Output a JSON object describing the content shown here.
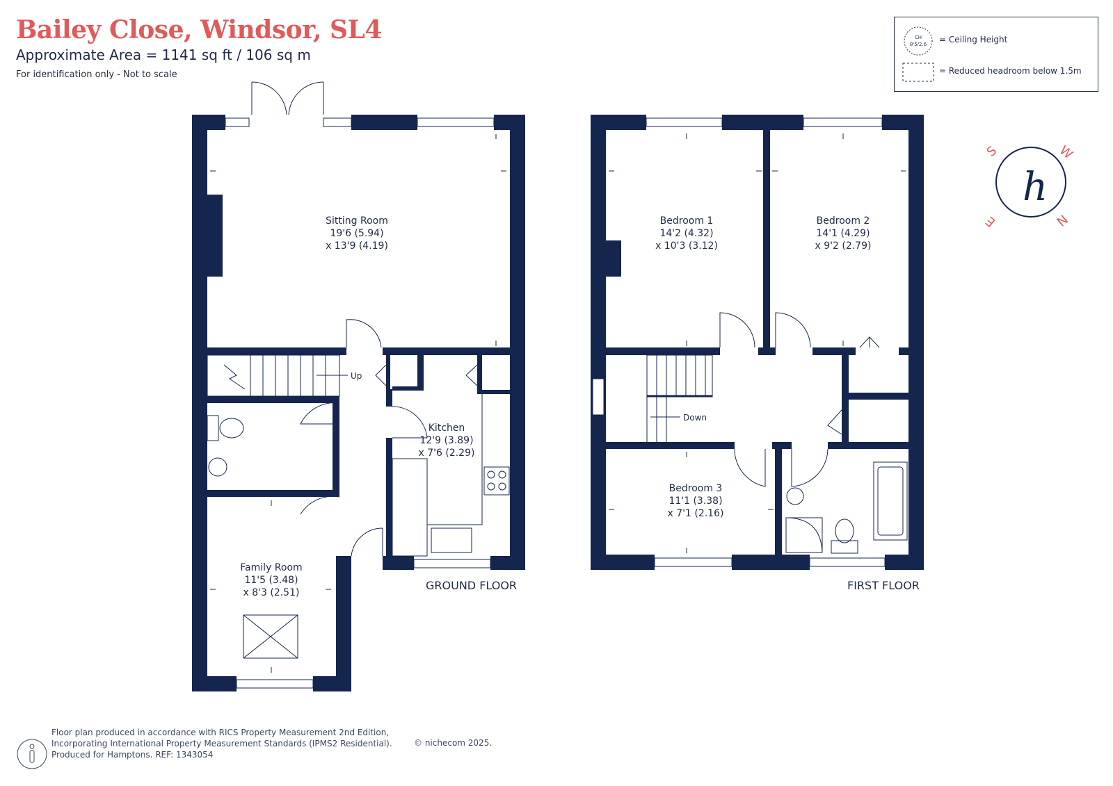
{
  "header": {
    "title": "Bailey Close, Windsor, SL4",
    "area": "Approximate Area = 1141 sq ft / 106 sq m",
    "note": "For identification only - Not to scale"
  },
  "legend": {
    "ceiling_symbol_top": "CH",
    "ceiling_symbol_bottom": "8'5/2.6",
    "ceiling_label": "= Ceiling Height",
    "reduced_label": "= Reduced headroom below 1.5m"
  },
  "compass": {
    "letter_s": "S",
    "letter_w": "W",
    "letter_e": "E",
    "letter_n": "N",
    "logo": "h"
  },
  "ground_floor": {
    "label": "GROUND FLOOR",
    "stairs_label": "Up",
    "rooms": [
      {
        "name": "Sitting Room",
        "dim1": "19'6 (5.94)",
        "dim2": "x 13'9 (4.19)"
      },
      {
        "name": "Kitchen",
        "dim1": "12'9 (3.89)",
        "dim2": "x 7'6 (2.29)"
      },
      {
        "name": "Family Room",
        "dim1": "11'5 (3.48)",
        "dim2": "x 8'3 (2.51)"
      }
    ]
  },
  "first_floor": {
    "label": "FIRST FLOOR",
    "stairs_label": "Down",
    "rooms": [
      {
        "name": "Bedroom 1",
        "dim1": "14'2 (4.32)",
        "dim2": "x 10'3 (3.12)"
      },
      {
        "name": "Bedroom 2",
        "dim1": "14'1 (4.29)",
        "dim2": "x 9'2 (2.79)"
      },
      {
        "name": "Bedroom 3",
        "dim1": "11'1 (3.38)",
        "dim2": "x 7'1 (2.16)"
      }
    ]
  },
  "footer": {
    "line1": "Floor plan produced in accordance with RICS Property Measurement 2nd Edition,",
    "line2": "Incorporating International Property Measurement Standards (IPMS2 Residential).",
    "line3": "Produced for Hamptons.   REF:   1343054",
    "copyright": "© nichecom 2025."
  },
  "colors": {
    "wall": "#14264d",
    "accent": "#e05a5a",
    "text": "#1f2a44"
  }
}
